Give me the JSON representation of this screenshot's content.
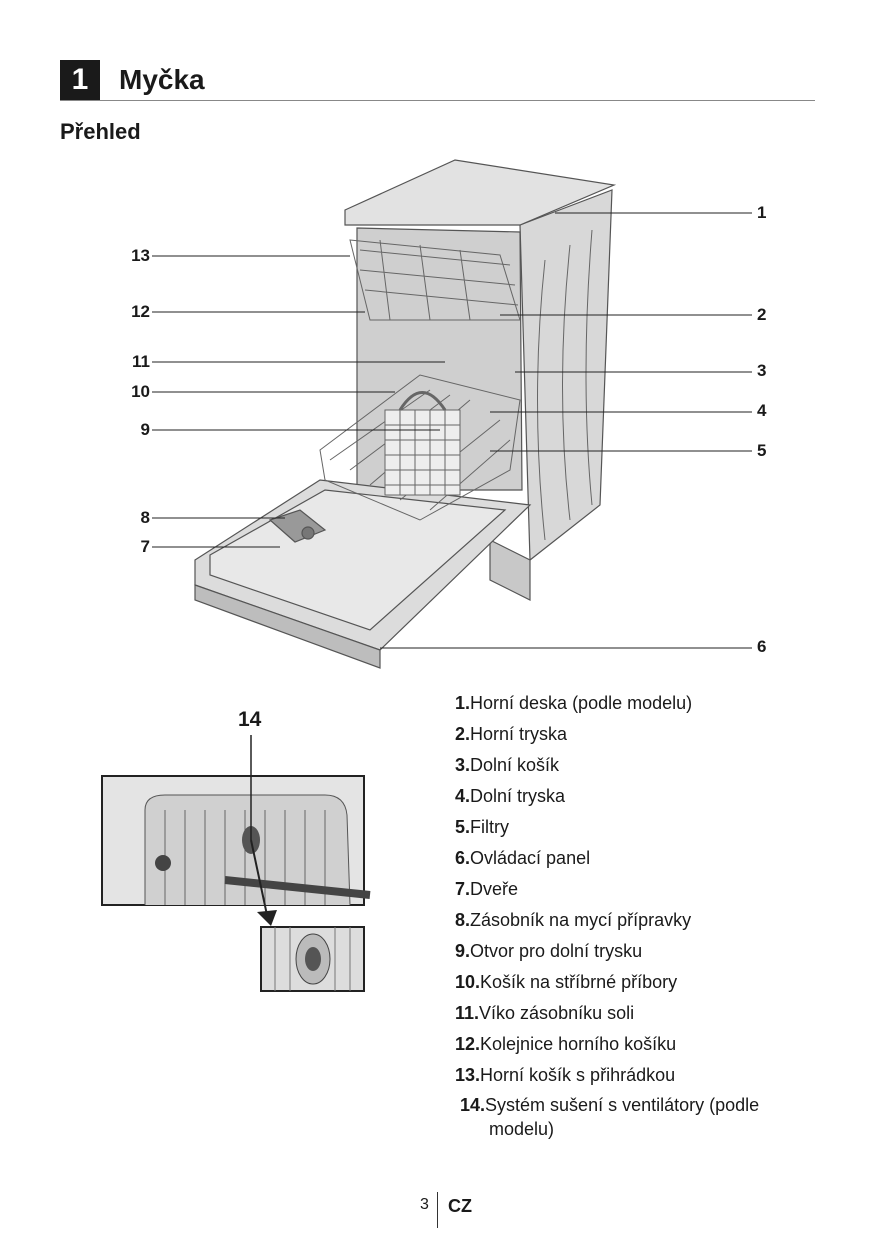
{
  "chapter": {
    "number": "1",
    "title": "Myčka"
  },
  "section_title": "Přehled",
  "diagram": {
    "callouts_right": [
      "1",
      "2",
      "3",
      "4",
      "5",
      "6"
    ],
    "callouts_left": [
      "13",
      "12",
      "11",
      "10",
      "9",
      "8",
      "7"
    ],
    "inset_label": "14"
  },
  "legend": [
    {
      "num": "1.",
      "text": "Horní deska (podle modelu)"
    },
    {
      "num": "2.",
      "text": "Horní tryska"
    },
    {
      "num": "3.",
      "text": "Dolní košík"
    },
    {
      "num": "4.",
      "text": "Dolní tryska"
    },
    {
      "num": "5.",
      "text": "Filtry"
    },
    {
      "num": "6.",
      "text": "Ovládací panel"
    },
    {
      "num": "7.",
      "text": "Dveře"
    },
    {
      "num": "8.",
      "text": "Zásobník na mycí přípravky"
    },
    {
      "num": "9.",
      "text": "Otvor pro dolní trysku"
    },
    {
      "num": "10.",
      "text": "Košík na stříbrné příbory"
    },
    {
      "num": "11.",
      "text": "Víko zásobníku soli"
    },
    {
      "num": "12.",
      "text": "Kolejnice horního košíku"
    },
    {
      "num": "13.",
      "text": "Horní košík s přihrádkou"
    },
    {
      "num": "14.",
      "text": "Systém sušení s ventilátory (podle modelu)"
    }
  ],
  "footer": {
    "page": "3",
    "lang": "CZ"
  }
}
